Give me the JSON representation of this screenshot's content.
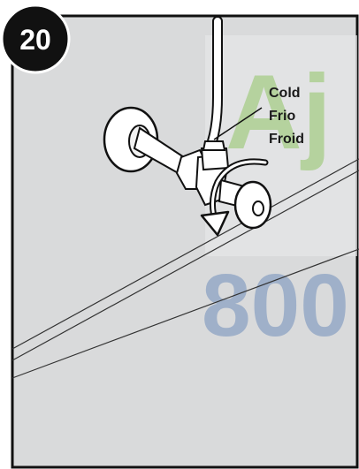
{
  "step": {
    "number": "20"
  },
  "callout": {
    "line1": "Cold",
    "line2": "Frio",
    "line3": "Froid"
  },
  "watermark": {
    "logo_text": "Aj",
    "number_text": "800",
    "logo_color": "#7fbf4a",
    "number_color": "#5a7fb5"
  },
  "colors": {
    "panel_fill": "#d9dadb",
    "border": "#111111",
    "badge": "#111111"
  }
}
